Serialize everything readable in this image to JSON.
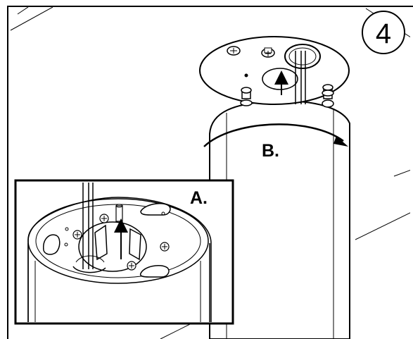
{
  "figure": {
    "step_number": "4",
    "label_a": "A.",
    "label_b": "B."
  }
}
